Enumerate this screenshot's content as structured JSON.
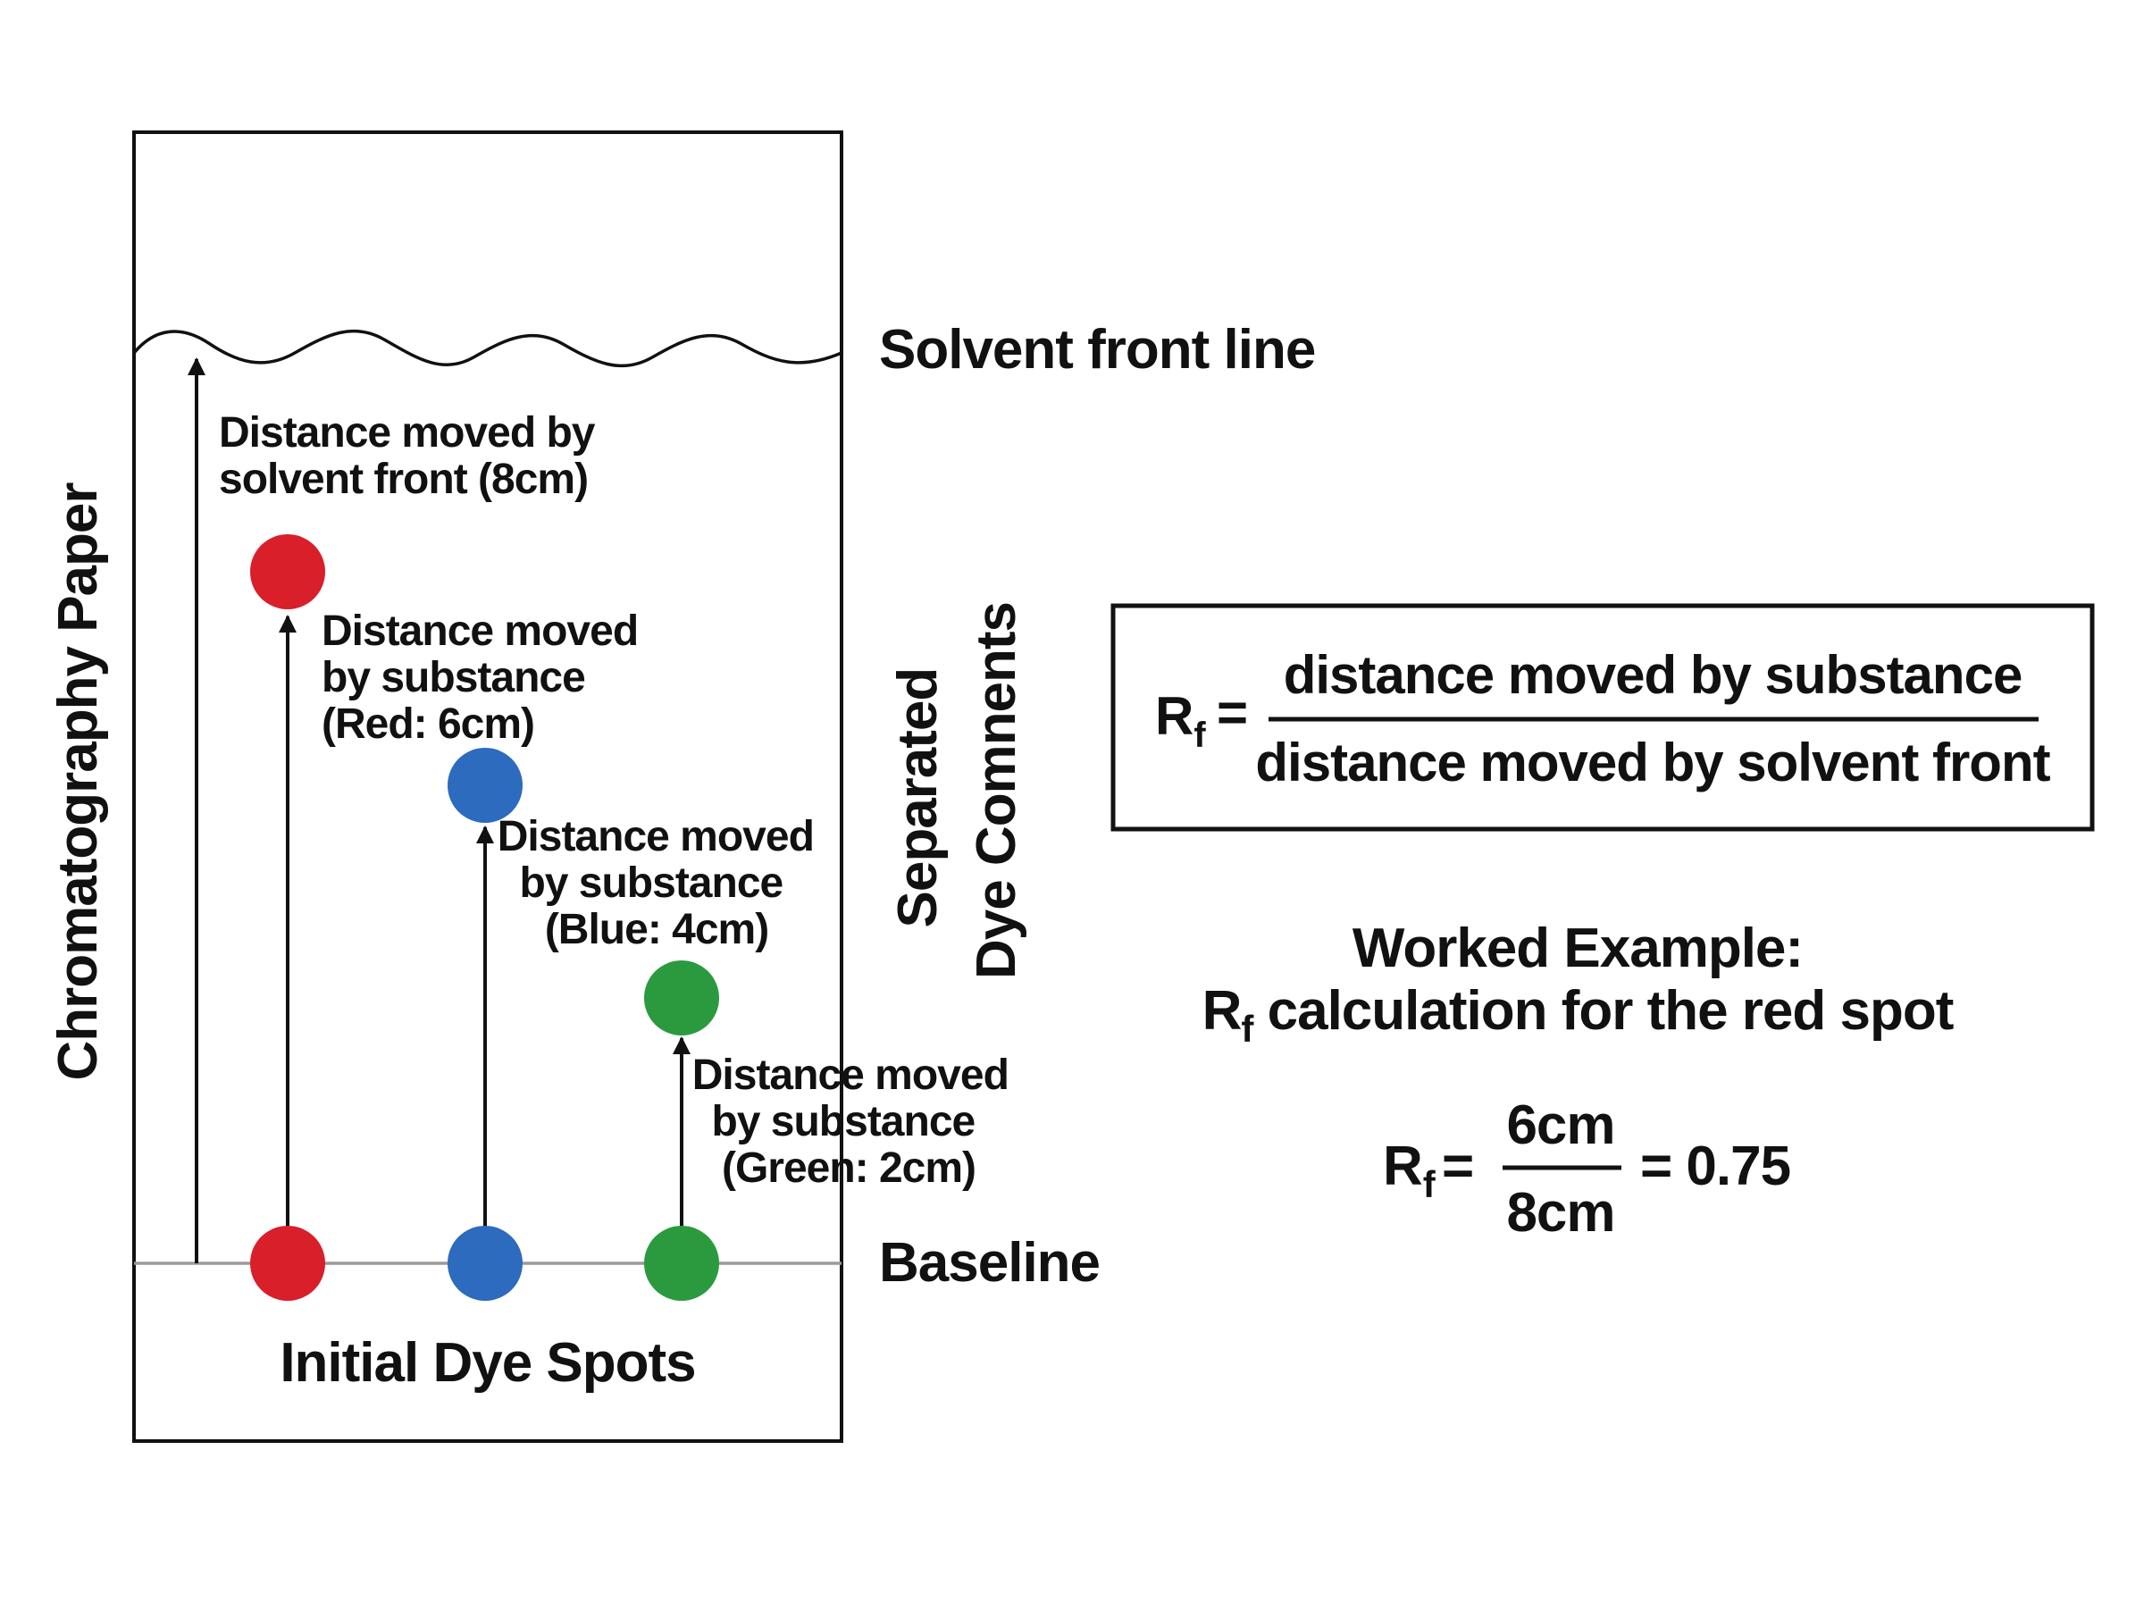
{
  "colors": {
    "red": "#d81f2a",
    "blue": "#2c6bbd",
    "green": "#2b9a3f",
    "ink": "#111111",
    "baseline": "#9a9a9a"
  },
  "labels": {
    "side_title": "Chromatography Paper",
    "solvent_front": "Solvent front line",
    "baseline": "Baseline",
    "initial_spots": "Initial Dye Spots",
    "separated_1": "Separated",
    "separated_2": "Dye Comnents"
  },
  "arrows": {
    "solvent": [
      "Distance moved by",
      "solvent front (8cm)"
    ],
    "red": [
      "Distance moved",
      "by substance",
      "(Red: 6cm)"
    ],
    "blue": [
      "Distance moved",
      "by substance",
      "(Blue: 4cm)"
    ],
    "green": [
      "Distance moved",
      "by substance",
      "(Green: 2cm)"
    ]
  },
  "distances_cm": {
    "solvent_front": 8,
    "red": 6,
    "blue": 4,
    "green": 2
  },
  "formula": {
    "lhs_main": "R",
    "lhs_sub": "f",
    "equals": "=",
    "numerator": "distance moved by substance",
    "denominator": "distance moved by solvent front"
  },
  "example": {
    "title_1": "Worked Example:",
    "title_2_main": "R",
    "title_2_sub": "f",
    "title_2_rest": " calculation for the red spot",
    "lhs_main": "R",
    "lhs_sub": "f",
    "equals": "=",
    "numerator": "6cm",
    "denominator": "8cm",
    "result": "= 0.75"
  }
}
